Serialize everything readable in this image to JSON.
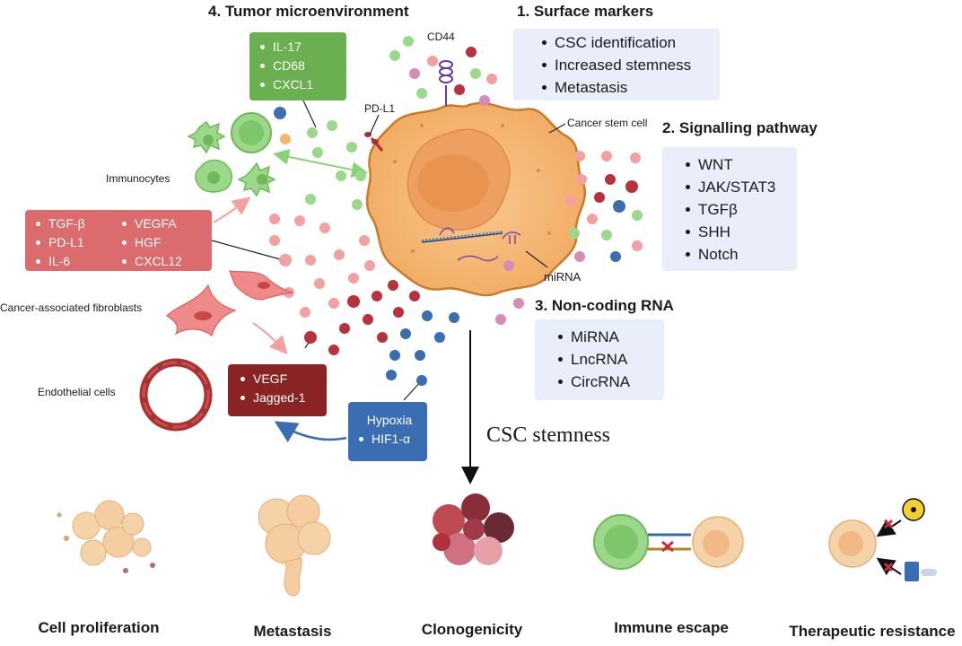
{
  "sections": {
    "tme": {
      "title": "4. Tumor microenvironment",
      "box_items": [
        "IL-17",
        "CD68",
        "CXCL1"
      ]
    },
    "surface": {
      "title": "1.  Surface markers",
      "items": [
        "CSC identification",
        "Increased stemness",
        "Metastasis"
      ]
    },
    "signalling": {
      "title": "2. Signalling pathway",
      "items": [
        "WNT",
        "JAK/STAT3",
        "TGFβ",
        "SHH",
        "Notch"
      ]
    },
    "ncrna": {
      "title": "3. Non-coding RNA",
      "items": [
        "MiRNA",
        "LncRNA",
        "CircRNA"
      ]
    }
  },
  "labels": {
    "cd44": "CD44",
    "pdl1": "PD-L1",
    "cancer_stem_cell": "Cancer stem cell",
    "mirna": "miRNA",
    "immunocytes": "Immunocytes",
    "caf": "Cancer-associated fibroblasts",
    "endothelial": "Endothelial cells"
  },
  "red_box": {
    "col1": [
      "TGF-β",
      "PD-L1",
      "IL-6"
    ],
    "col2": [
      "VEGFA",
      "HGF",
      "CXCL12"
    ]
  },
  "dark_box": {
    "items": [
      "VEGF",
      "Jagged-1"
    ]
  },
  "hypoxia_box": {
    "title": "Hypoxia",
    "items": [
      "HIF1-α"
    ]
  },
  "stemness_title": "CSC stemness",
  "outcomes": [
    "Cell proliferation",
    "Metastasis",
    "Clonogenicity",
    "Immune escape",
    "Therapeutic resistance"
  ],
  "colors": {
    "tme_box": "#6aaf50",
    "red_box": "#dc6b6e",
    "dark_box": "#8a2424",
    "hypoxia_box": "#3b6db3",
    "info_box": "#e9eefa",
    "cell": "#f5b978"
  }
}
